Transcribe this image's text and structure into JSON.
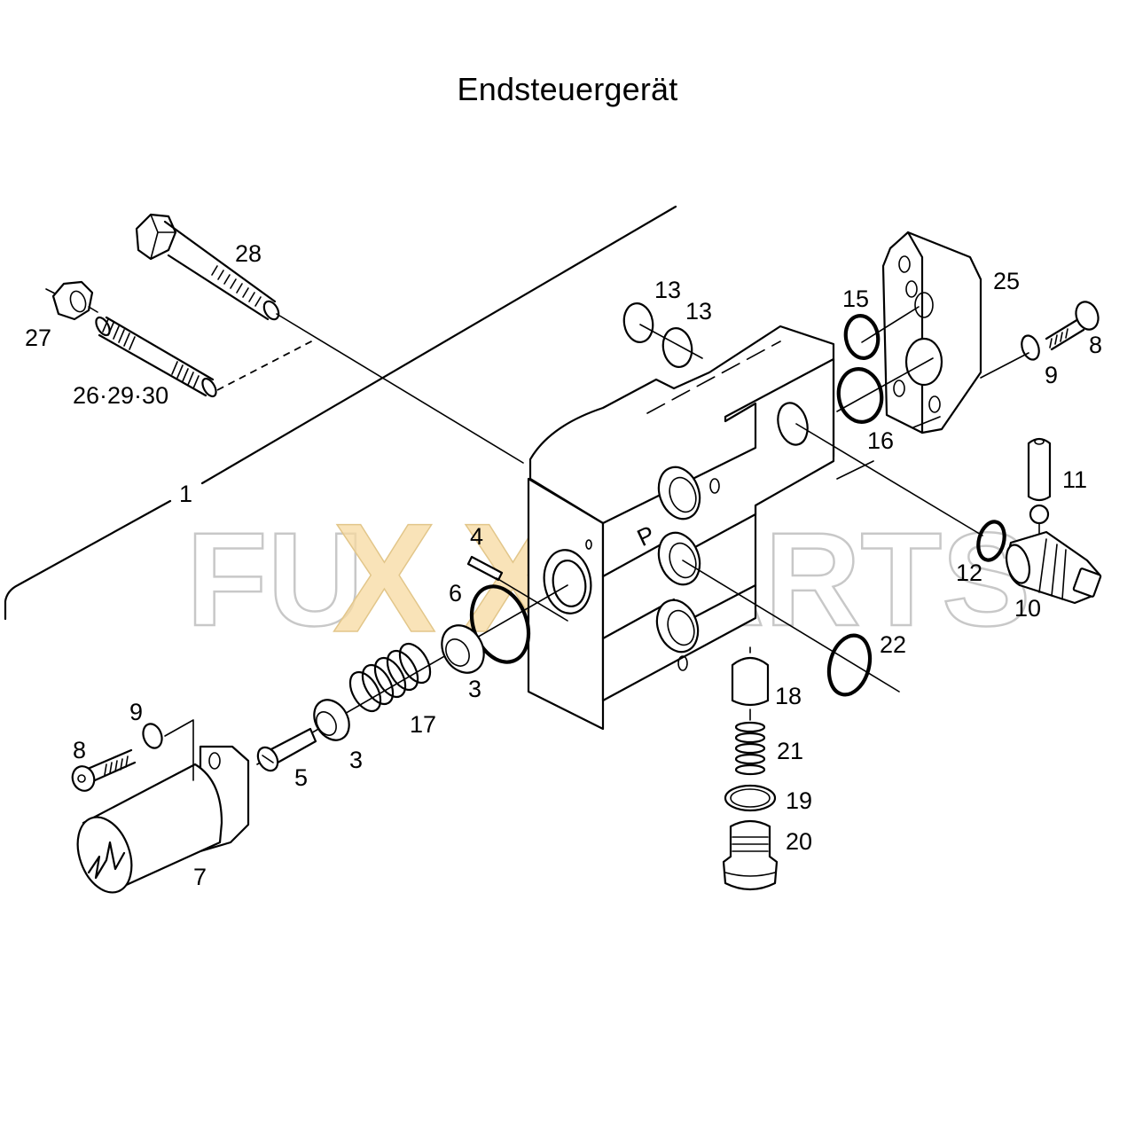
{
  "title": "Endsteuergerät",
  "watermark": {
    "brand": "FUXXPARTS",
    "part_left": "FU",
    "part_x1": "X",
    "part_x2": "X",
    "part_right": "PARTS",
    "outline_color": "#c8c8c8",
    "x_color": "#f7d9a0"
  },
  "valve_body": {
    "port_label": "P"
  },
  "callouts": {
    "c1": {
      "number": "1",
      "part": "assembly bracket"
    },
    "c3a": {
      "number": "3",
      "part": "spring seat"
    },
    "c3b": {
      "number": "3",
      "part": "spring seat"
    },
    "c4": {
      "number": "4",
      "part": "pin"
    },
    "c5": {
      "number": "5",
      "part": "plunger"
    },
    "c6": {
      "number": "6",
      "part": "o-ring"
    },
    "c7": {
      "number": "7",
      "part": "solenoid"
    },
    "c8a": {
      "number": "8",
      "part": "socket head screw"
    },
    "c8b": {
      "number": "8",
      "part": "socket head screw"
    },
    "c9a": {
      "number": "9",
      "part": "lock washer"
    },
    "c9b": {
      "number": "9",
      "part": "lock washer"
    },
    "c10": {
      "number": "10",
      "part": "valve spool"
    },
    "c11": {
      "number": "11",
      "part": "ball pin"
    },
    "c12": {
      "number": "12",
      "part": "o-ring"
    },
    "c13a": {
      "number": "13",
      "part": "plug disc"
    },
    "c13b": {
      "number": "13",
      "part": "plug disc"
    },
    "c15": {
      "number": "15",
      "part": "o-ring"
    },
    "c16": {
      "number": "16",
      "part": "o-ring"
    },
    "c17": {
      "number": "17",
      "part": "compression spring"
    },
    "c18": {
      "number": "18",
      "part": "valve piston"
    },
    "c19": {
      "number": "19",
      "part": "sealing ring"
    },
    "c20": {
      "number": "20",
      "part": "screw plug"
    },
    "c21": {
      "number": "21",
      "part": "spring"
    },
    "c22": {
      "number": "22",
      "part": "o-ring"
    },
    "c25": {
      "number": "25",
      "part": "cover plate"
    },
    "c26": {
      "number": "26·29·30",
      "part": "stud bolt"
    },
    "c27": {
      "number": "27",
      "part": "hex nut"
    },
    "c28": {
      "number": "28",
      "part": "hex bolt"
    }
  }
}
